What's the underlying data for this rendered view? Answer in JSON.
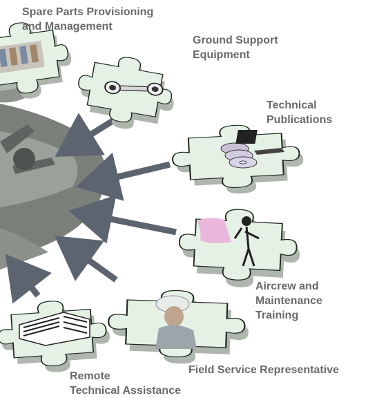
{
  "labels": {
    "spare_parts": [
      "Spare Parts Provisioning",
      "and Management"
    ],
    "ground_support": [
      "Ground Support",
      "Equipment"
    ],
    "tech_pubs": [
      "Technical",
      "Publications"
    ],
    "training": [
      "Aircrew and",
      "Maintenance",
      "Training"
    ],
    "field_service": "Field Service Representative",
    "remote_assist": [
      "Remote",
      "Technical Assistance"
    ]
  },
  "colors": {
    "label_text": "#6a6a6a",
    "arrow": "#5c6470",
    "puzzle_fill": "#e6f1e6",
    "puzzle_edge": "#1e2a1e",
    "aircraft": "#7b7f7a"
  },
  "icons": {
    "aircraft": "c130-aircraft-photo",
    "spare_parts": "warehouse-photo",
    "ground_support": "wrench-tool",
    "tech_pubs": "cd-stack-and-laptop",
    "training": "instructor-at-board",
    "field_service": "technician-hardhat",
    "remote_assist": "office-building"
  }
}
